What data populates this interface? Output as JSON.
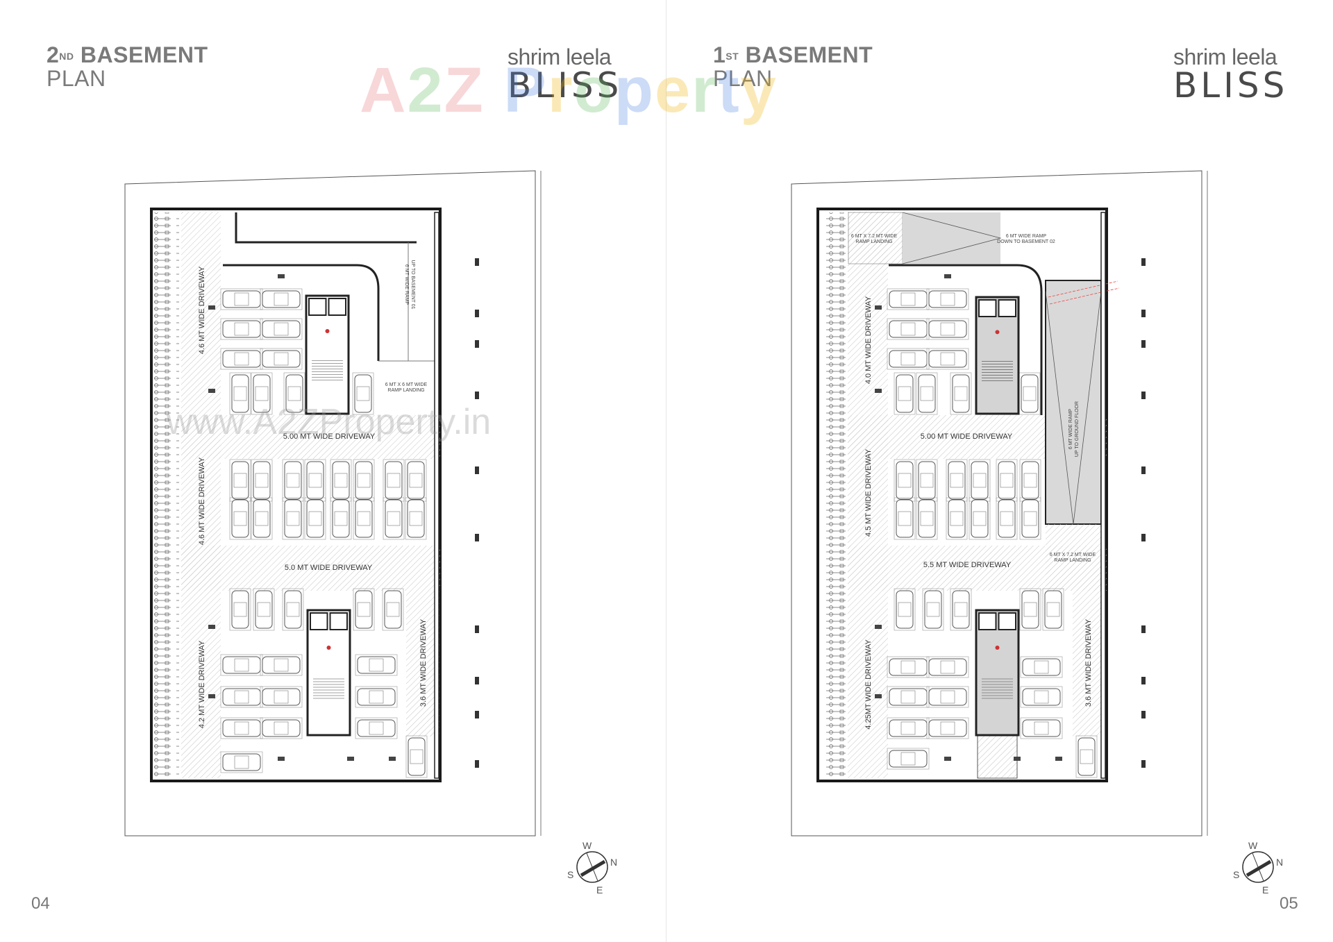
{
  "watermark": {
    "brand": "A2Z Property",
    "url": "www.A2ZProperty.in"
  },
  "brand": {
    "sub": "shrim leela",
    "main": "BLISS"
  },
  "left_page": {
    "heading_num": "2",
    "heading_sup": "ND",
    "heading_word": "BASEMENT",
    "heading_line2": "PLAN",
    "page_number": "04",
    "labels": {
      "drive_top_left": "4.6 MT WIDE DRIVEWAY",
      "drive_mid_left": "4.6 MT WIDE DRIVEWAY",
      "drive_bot_left": "4.2 MT WIDE DRIVEWAY",
      "drive_band_1": "5.00 MT WIDE DRIVEWAY",
      "drive_band_2": "5.0 MT WIDE DRIVEWAY",
      "drive_right": "3.6 MT WIDE DRIVEWAY",
      "ramp_1": "6 MT WIDE RAMP",
      "ramp_2": "UP TO BASEMENT 01",
      "landing_1": "6 MT X 6 MT WIDE",
      "landing_2": "RAMP LANDING"
    }
  },
  "right_page": {
    "heading_num": "1",
    "heading_sup": "ST",
    "heading_word": "BASEMENT",
    "heading_line2": "PLAN",
    "page_number": "05",
    "labels": {
      "landing_top_1": "6 MT X 7.2 MT WIDE",
      "landing_top_2": "RAMP LANDING",
      "ramp_down_1": "6 MT WIDE RAMP",
      "ramp_down_2": "DOWN TO BASEMENT 02",
      "drive_top_left": "4.0 MT WIDE DRIVEWAY",
      "drive_mid_left": "4.5 MT WIDE DRIVEWAY",
      "drive_bot_left": "4.25MT WIDE DRIVEWAY",
      "drive_band_1": "5.00 MT WIDE DRIVEWAY",
      "drive_band_2": "5.5 MT WIDE DRIVEWAY",
      "drive_right": "3.6 MT WIDE DRIVEWAY",
      "ramp_up_1": "6 MT WIDE RAMP",
      "ramp_up_2": "UP TO GROUND FLOOR",
      "landing_bot_1": "6 MT X 7.2 MT WIDE",
      "landing_bot_2": "RAMP LANDING"
    }
  },
  "compass": {
    "w": "W",
    "n": "N",
    "s": "S",
    "e": "E"
  },
  "colors": {
    "heading": "#7a7a7a",
    "wall": "#222222",
    "ramp_fill": "#d9d9d9",
    "hatch": "#bbbbbb",
    "watermark_a": "#e8737a",
    "watermark_2": "#5cb85c",
    "watermark_p": "#4a7fe0",
    "watermark_o": "#f0b400"
  }
}
